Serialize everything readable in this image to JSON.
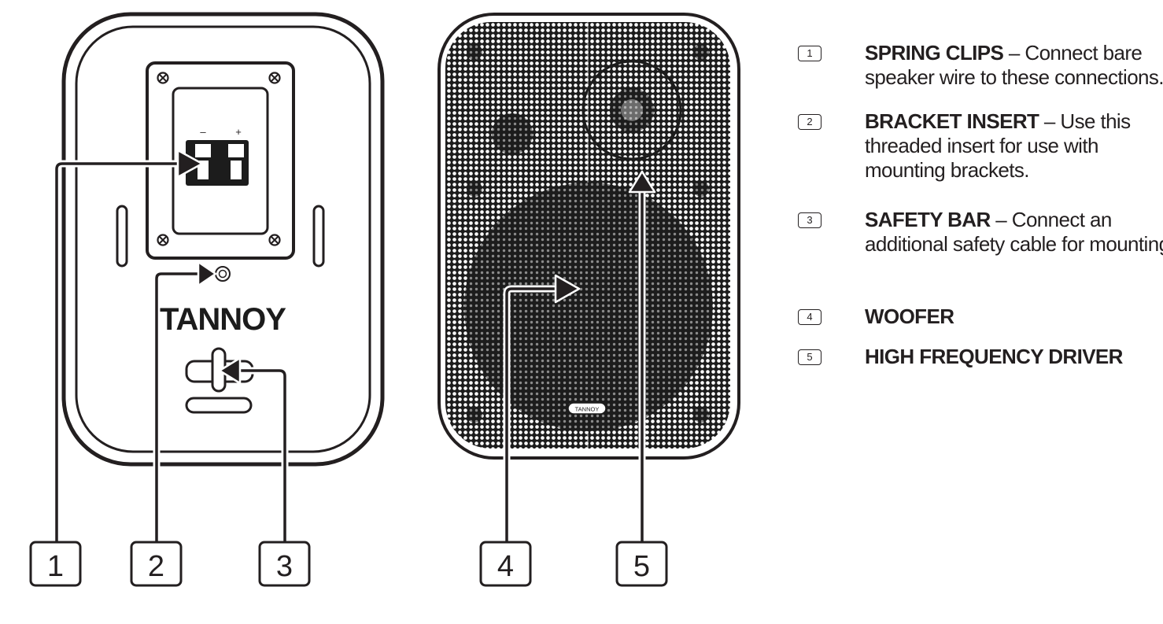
{
  "back_panel": {
    "terminal_minus": "–",
    "terminal_plus": "+",
    "logo": "TANNOY"
  },
  "front_panel": {
    "badge": "TANNOY"
  },
  "callouts": [
    "1",
    "2",
    "3",
    "4",
    "5"
  ],
  "legend": [
    {
      "num": "1",
      "title": "SPRING CLIPS",
      "desc": "– Connect bare speaker wire to these connections."
    },
    {
      "num": "2",
      "title": "BRACKET INSERT",
      "desc": "– Use this threaded insert for use with mounting brackets."
    },
    {
      "num": "3",
      "title": "SAFETY BAR",
      "desc": "– Connect an additional safety cable for mounting."
    },
    {
      "num": "4",
      "title": "WOOFER",
      "desc": ""
    },
    {
      "num": "5",
      "title": "HIGH FREQUENCY DRIVER",
      "desc": ""
    }
  ]
}
